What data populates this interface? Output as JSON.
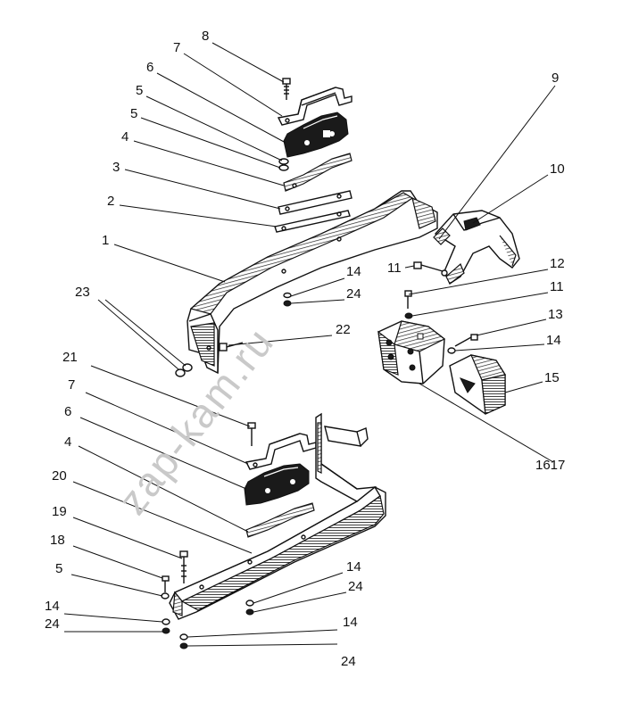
{
  "watermark": "zap-kam.ru",
  "callouts": {
    "c8": "8",
    "c7a": "7",
    "c6a": "6",
    "c5a": "5",
    "c5b": "5",
    "c4a": "4",
    "c3": "3",
    "c2": "2",
    "c1": "1",
    "c23": "23",
    "c9": "9",
    "c10": "10",
    "c11a": "11",
    "c12": "12",
    "c11b": "11",
    "c14a": "14",
    "c24a": "24",
    "c22": "22",
    "c13": "13",
    "c14b": "14",
    "c15": "15",
    "c1617": "1617",
    "c21": "21",
    "c7b": "7",
    "c6b": "6",
    "c4b": "4",
    "c20": "20",
    "c19": "19",
    "c18": "18",
    "c5c": "5",
    "c14c": "14",
    "c24c": "24",
    "c14d": "14",
    "c24d": "24",
    "c14e": "14",
    "c24e": "24"
  }
}
